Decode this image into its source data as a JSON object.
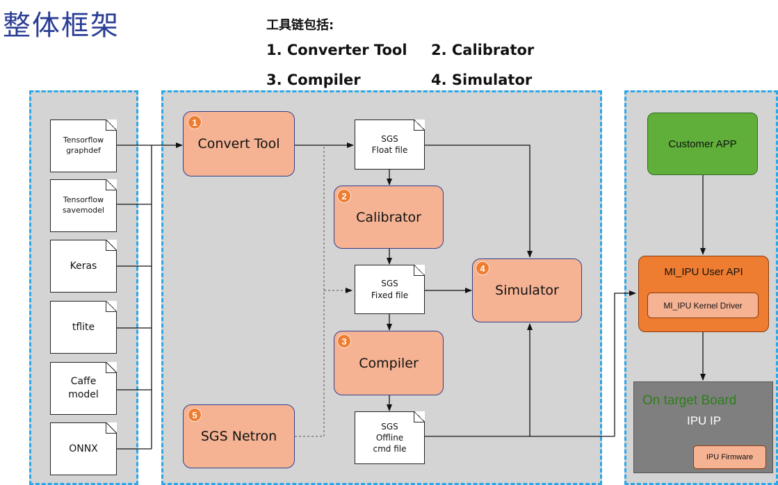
{
  "page_title": "整体框架",
  "toolchain": {
    "heading": "工具链包括:",
    "items": [
      "1. Converter Tool",
      "2. Calibrator",
      "3. Compiler",
      "4. Simulator"
    ]
  },
  "model_inputs": [
    "Tensorflow\ngraphdef",
    "Tensorflow\nsavemodel",
    "Keras",
    "tflite",
    "Caffe\nmodel",
    "ONNX"
  ],
  "tools": {
    "convert": {
      "badge": "1",
      "label": "Convert Tool"
    },
    "calibrator": {
      "badge": "2",
      "label": "Calibrator"
    },
    "compiler": {
      "badge": "3",
      "label": "Compiler"
    },
    "simulator": {
      "badge": "4",
      "label": "Simulator"
    },
    "netron": {
      "badge": "5",
      "label": "SGS Netron"
    }
  },
  "files": {
    "float": "SGS\nFloat file",
    "fixed": "SGS\nFixed file",
    "offline": "SGS\nOffline\ncmd file"
  },
  "target": {
    "customer_app": "Customer APP",
    "user_api": "MI_IPU User API",
    "kernel_driver": "MI_IPU Kernel Driver",
    "board_label": "On target Board",
    "ipu_ip": "IPU IP",
    "firmware": "IPU Firmware"
  },
  "colors": {
    "panel_border": "#2aa7e8",
    "tool_fill": "#f5b394",
    "badge": "#ee7d31",
    "customer_app": "#5faf3a",
    "api": "#ee7d31",
    "board": "#7f7f7f",
    "board_label": "#2e7d1c"
  }
}
